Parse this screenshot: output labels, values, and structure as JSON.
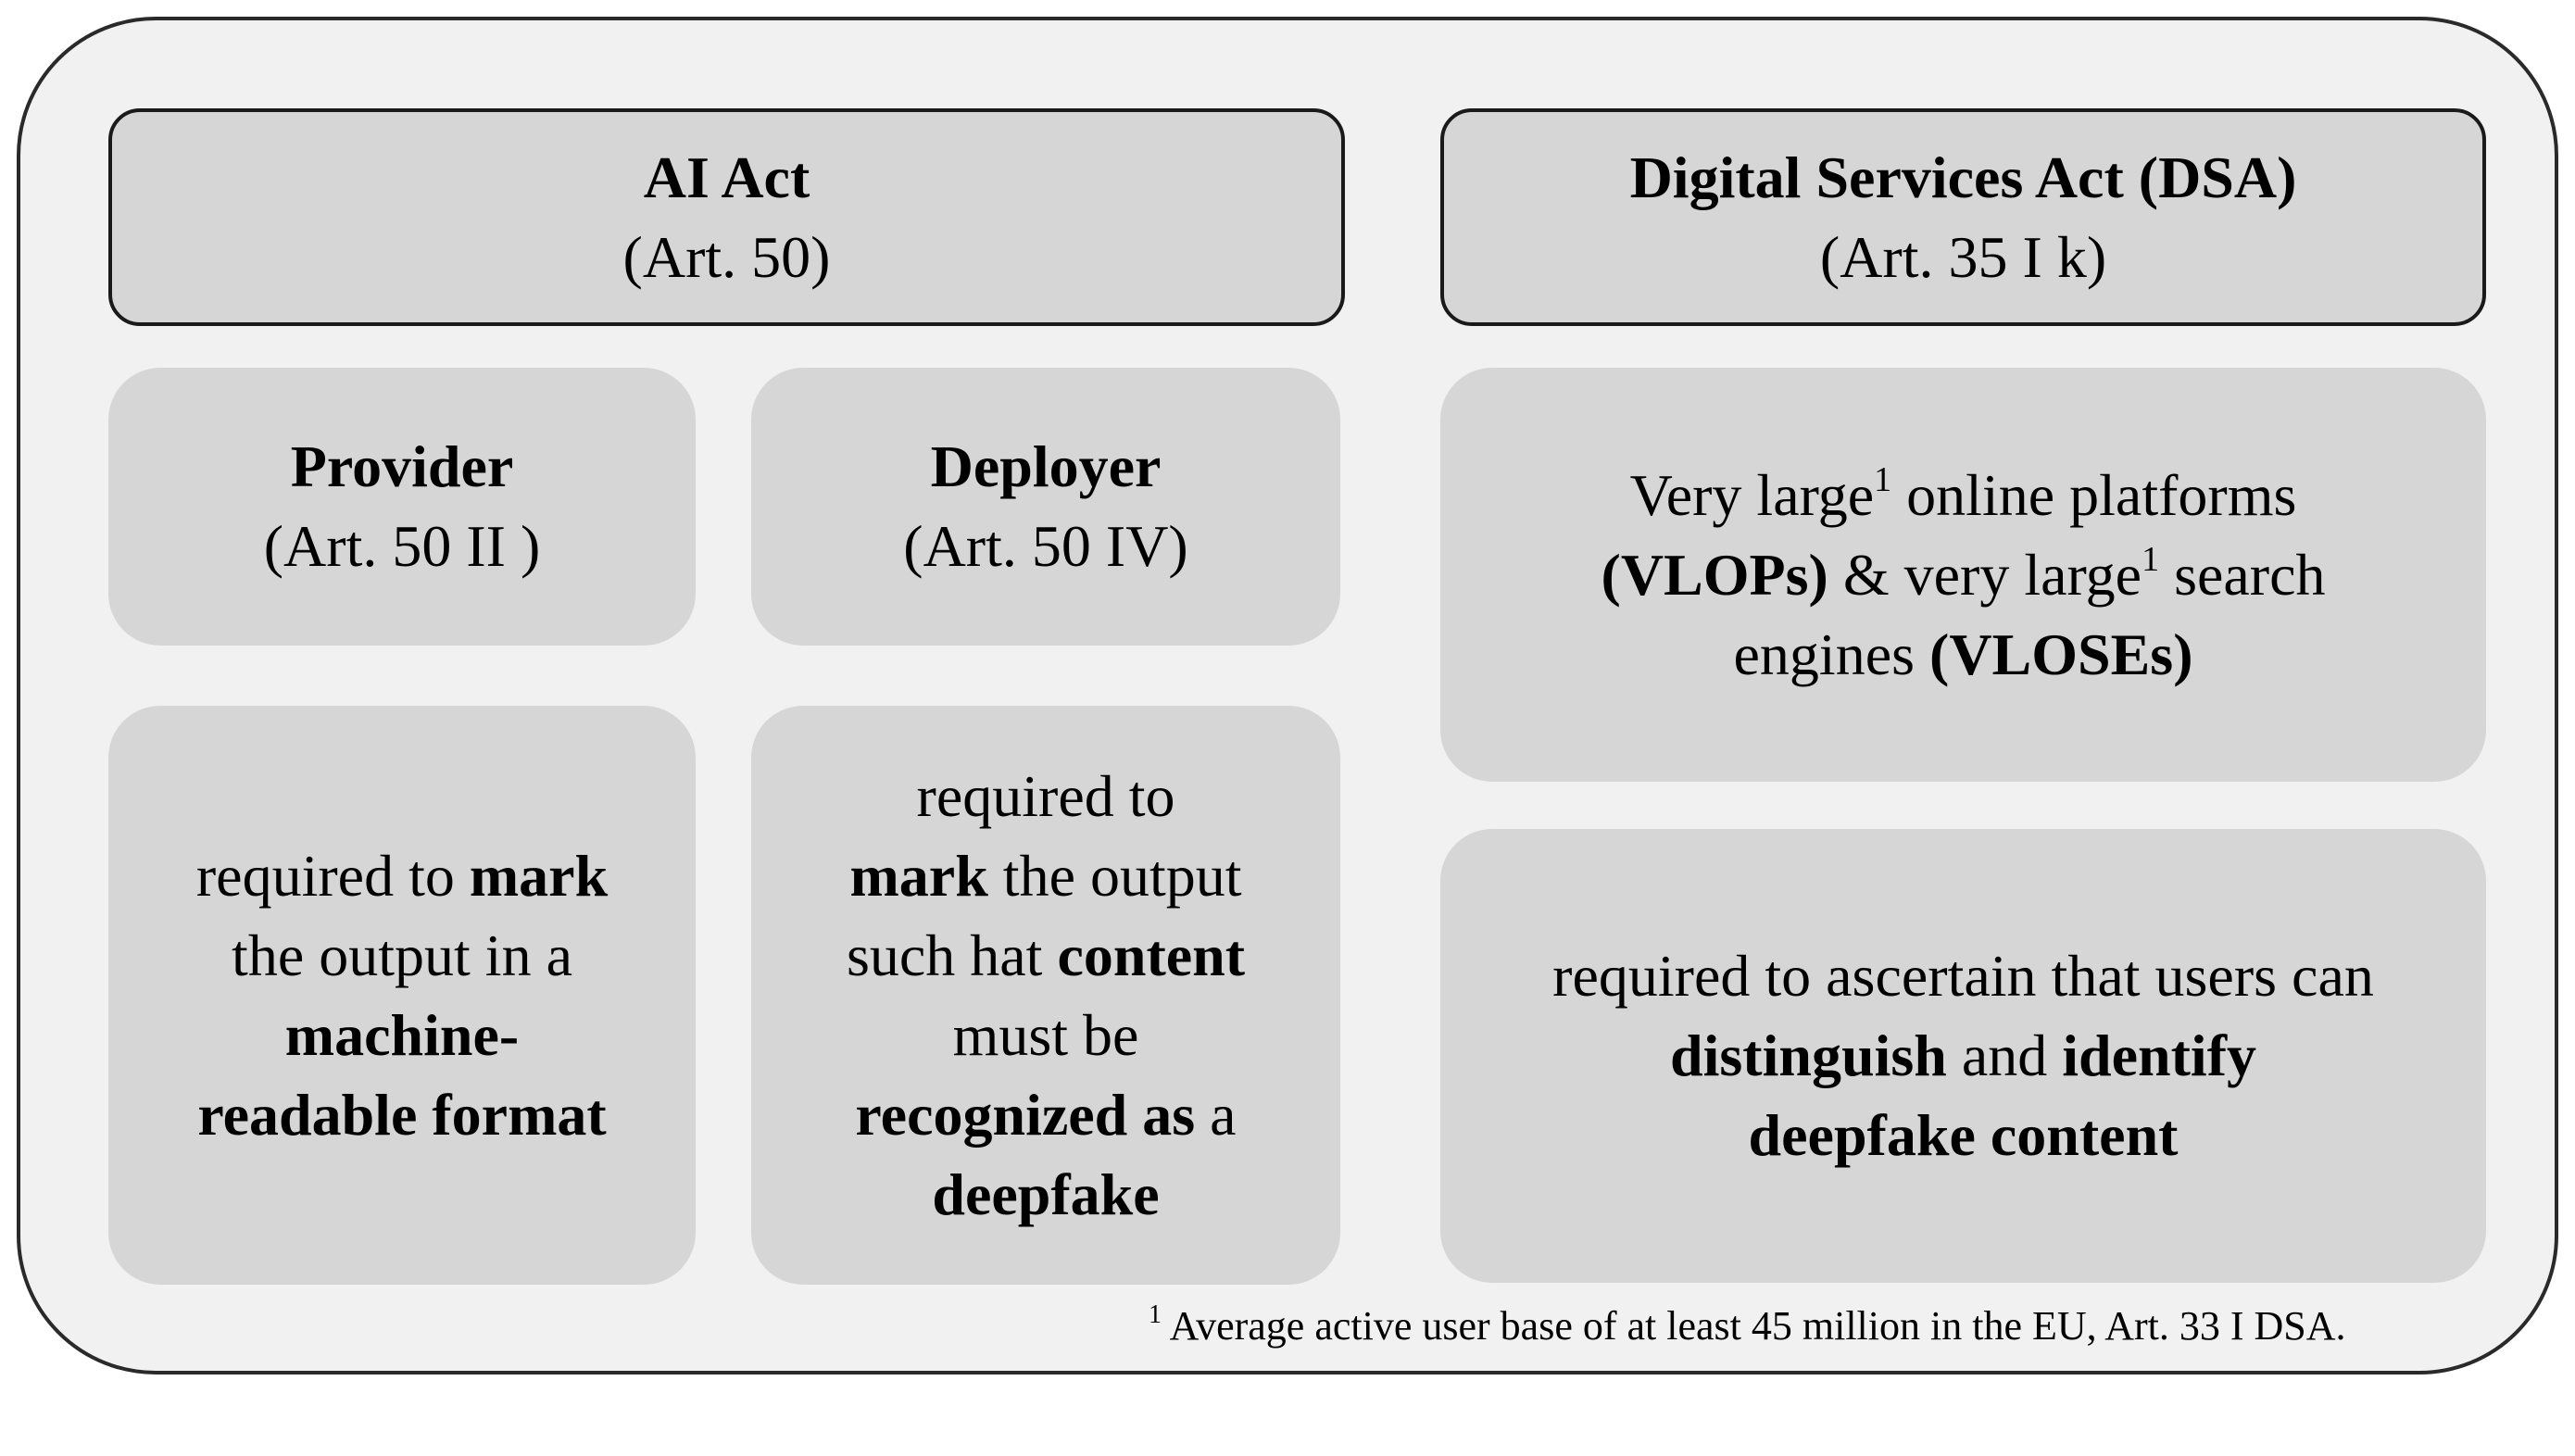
{
  "ai_act": {
    "title": "AI Act",
    "article": "(Art. 50)",
    "provider": {
      "title": "Provider",
      "article": "(Art. 50 II )",
      "duty": [
        [
          {
            "t": "required to ",
            "b": false
          },
          {
            "t": "mark",
            "b": true
          }
        ],
        [
          {
            "t": "the output in a",
            "b": false
          }
        ],
        [
          {
            "t": "machine-",
            "b": true
          }
        ],
        [
          {
            "t": "readable format",
            "b": true
          }
        ]
      ]
    },
    "deployer": {
      "title": "Deployer",
      "article": "(Art. 50 IV)",
      "duty": [
        [
          {
            "t": "required to",
            "b": false
          }
        ],
        [
          {
            "t": "mark",
            "b": true
          },
          {
            "t": " the output",
            "b": false
          }
        ],
        [
          {
            "t": "such hat ",
            "b": false
          },
          {
            "t": "content",
            "b": true
          }
        ],
        [
          {
            "t": "must be",
            "b": false
          }
        ],
        [
          {
            "t": "recognized as",
            "b": true
          },
          {
            "t": " a",
            "b": false
          }
        ],
        [
          {
            "t": "deepfake",
            "b": true
          }
        ]
      ]
    }
  },
  "dsa": {
    "title": "Digital Services Act (DSA)",
    "article": "(Art. 35 I k)",
    "scope": [
      [
        {
          "t": "Very large",
          "b": false
        },
        {
          "t": "1",
          "sup": true
        },
        {
          "t": " online platforms",
          "b": false
        }
      ],
      [
        {
          "t": "(VLOPs)",
          "b": true
        },
        {
          "t": " & very large",
          "b": false
        },
        {
          "t": "1",
          "sup": true
        },
        {
          "t": " search",
          "b": false
        }
      ],
      [
        {
          "t": "engines ",
          "b": false
        },
        {
          "t": "(VLOSEs)",
          "b": true
        }
      ]
    ],
    "duty": [
      [
        {
          "t": "required to ascertain that users can",
          "b": false
        }
      ],
      [
        {
          "t": "distinguish",
          "b": true
        },
        {
          "t": " and ",
          "b": false
        },
        {
          "t": "identify",
          "b": true
        }
      ],
      [
        {
          "t": "deepfake content",
          "b": true
        }
      ]
    ]
  },
  "footnote": {
    "marker": "1",
    "text": " Average active user base of at least 45 million in the EU, Art. 33 I DSA."
  }
}
